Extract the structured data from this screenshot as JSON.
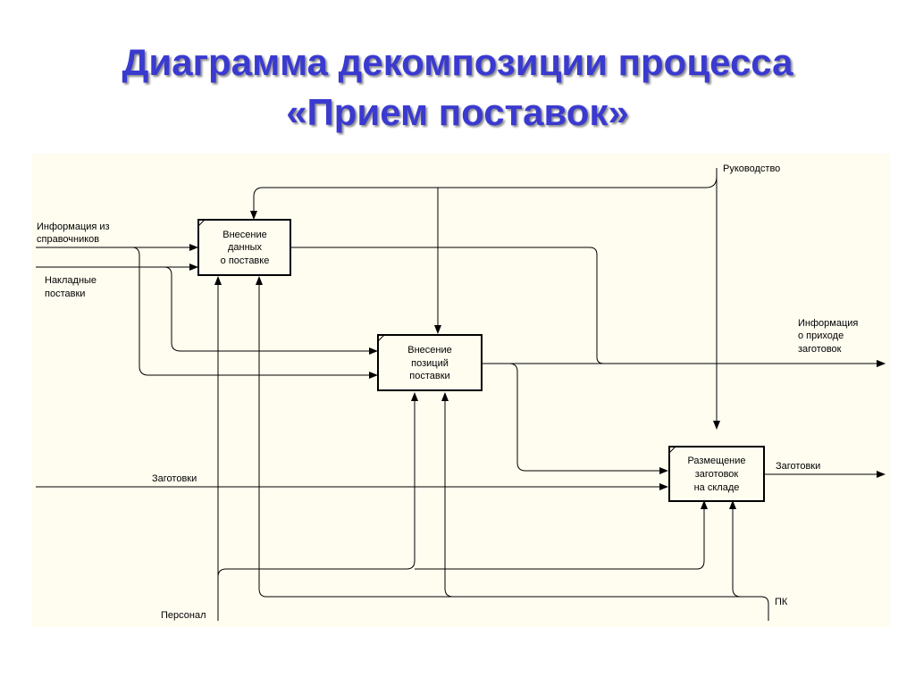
{
  "title": {
    "line1": "Диаграмма декомпозиции процесса",
    "line2": "«Прием поставок»"
  },
  "colors": {
    "title": "#3a3ad0",
    "canvas": "#fffdf0",
    "line": "#000000"
  },
  "boxes": {
    "b1": {
      "lines": [
        "Внесение",
        "данных",
        "о поставке"
      ]
    },
    "b2": {
      "lines": [
        "Внесение",
        "позиций",
        "поставки"
      ]
    },
    "b3": {
      "lines": [
        "Размещение",
        "заготовок",
        "на складе"
      ]
    }
  },
  "labels": {
    "rukovodstvo": "Руководство",
    "info_sprav": [
      "Информация из",
      "справочников"
    ],
    "nakladnye": [
      "Накладные",
      "поставки"
    ],
    "info_prihod": [
      "Информация",
      "о приходе",
      "заготовок"
    ],
    "zagotovki_in": "Заготовки",
    "zagotovki_out": "Заготовки",
    "personal": "Персонал",
    "pk": "ПК"
  }
}
